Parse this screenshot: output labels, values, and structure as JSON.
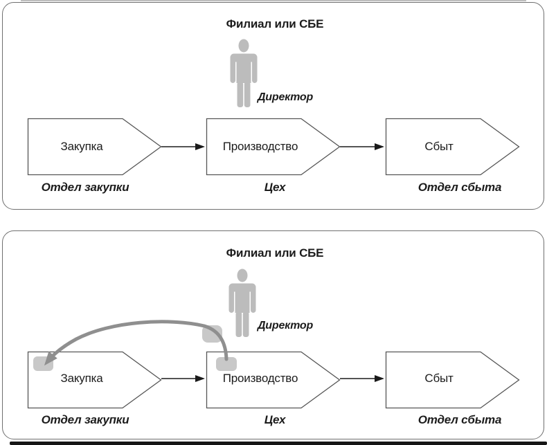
{
  "colors": {
    "panel_border": "#6f6f6f",
    "shape_outline": "#555555",
    "text": "#1c1c1c",
    "flow_arrow": "#1a1a1a",
    "feedback_arrow": "#8f8f8f",
    "person_silhouette": "#bcbcbc",
    "connector_node": "#c8c8c8"
  },
  "icons": {
    "person_icon": "standing-human-silhouette",
    "flow_arrow_icon": "solid-right-arrow",
    "feedback_arrow_icon": "thick-gray-curved-arrow",
    "connector_node_icon": "gray-rounded-square"
  },
  "panels": [
    {
      "title": "Филиал или СБЕ",
      "director_label": "Директор",
      "has_feedback_arrow": false,
      "processes": [
        {
          "name": "Закупка",
          "department": "Отдел закупки"
        },
        {
          "name": "Производство",
          "department": "Цех"
        },
        {
          "name": "Сбыт",
          "department": "Отдел сбыта"
        }
      ]
    },
    {
      "title": "Филиал или СБЕ",
      "director_label": "Директор",
      "has_feedback_arrow": true,
      "processes": [
        {
          "name": "Закупка",
          "department": "Отдел закупки"
        },
        {
          "name": "Производство",
          "department": "Цех"
        },
        {
          "name": "Сбыт",
          "department": "Отдел сбыта"
        }
      ]
    }
  ]
}
